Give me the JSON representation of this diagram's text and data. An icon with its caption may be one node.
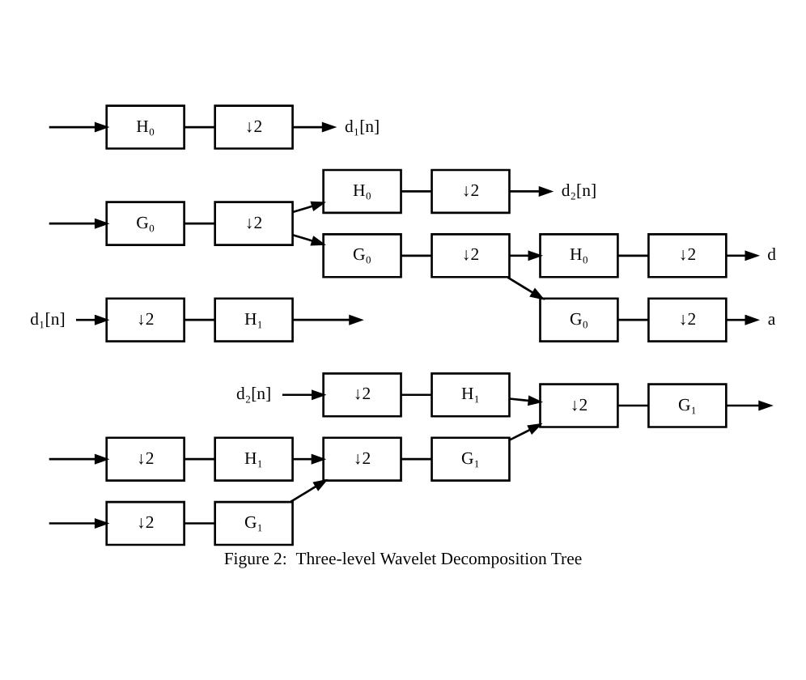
{
  "diagram": {
    "caption": "Figure 2:  Three-level Wavelet Decomposition Tree",
    "nodes": [
      {
        "text": [
          "H₀"
        ]
      },
      {
        "text": [
          "↓2"
        ]
      },
      {
        "text": [
          "d₁[n]"
        ]
      },
      {
        "text": [
          "G₀"
        ]
      },
      {
        "text": [
          "↓2"
        ]
      },
      {
        "text": [
          "H₀"
        ]
      },
      {
        "text": [
          "↓2"
        ]
      },
      {
        "text": [
          "d₂[n]"
        ]
      },
      {
        "text": [
          "G₀"
        ]
      },
      {
        "text": [
          "↓2"
        ]
      },
      {
        "text": [
          "H₀"
        ]
      },
      {
        "text": [
          "↓2"
        ]
      },
      {
        "text": [
          "d"
        ]
      },
      {
        "text": [
          "G₀"
        ]
      },
      {
        "text": [
          "↓2"
        ]
      },
      {
        "text": [
          "a"
        ]
      },
      {
        "text": [
          "d₁[n]"
        ]
      },
      {
        "text": [
          "↓2"
        ]
      },
      {
        "text": [
          "H₁"
        ]
      },
      {
        "text": [
          "d₂[n]"
        ]
      },
      {
        "text": [
          "↓2"
        ]
      },
      {
        "text": [
          "H₁"
        ]
      },
      {
        "text": [
          "↓2"
        ]
      },
      {
        "text": [
          "H₁"
        ]
      },
      {
        "text": [
          "↓2"
        ]
      },
      {
        "text": [
          "G₁"
        ]
      },
      {
        "text": [
          "↓2"
        ]
      },
      {
        "text": [
          "G₁"
        ]
      },
      {
        "text": [
          "↓2"
        ]
      },
      {
        "text": [
          "G₁"
        ]
      }
    ],
    "edges": [
      {
        "from": null,
        "to": 0,
        "arrow": "to"
      },
      {
        "from": null,
        "to": 3,
        "arrow": "to"
      },
      {
        "from": 0,
        "to": 1,
        "arrow": "none"
      },
      {
        "from": 1,
        "to": 2,
        "arrow": "to"
      },
      {
        "from": 3,
        "to": 4,
        "arrow": "none"
      },
      {
        "from": 4,
        "to": 5,
        "arrow": "to"
      },
      {
        "from": 4,
        "to": 8,
        "arrow": "to"
      },
      {
        "from": 5,
        "to": 6,
        "arrow": "none"
      },
      {
        "from": 6,
        "to": 7,
        "arrow": "to"
      },
      {
        "from": 8,
        "to": 9,
        "arrow": "none"
      },
      {
        "from": 9,
        "to": 10,
        "arrow": "to"
      },
      {
        "from": 9,
        "to": 13,
        "arrow": "to"
      },
      {
        "from": 10,
        "to": 11,
        "arrow": "none"
      },
      {
        "from": 11,
        "to": 12,
        "arrow": "to"
      },
      {
        "from": 13,
        "to": 14,
        "arrow": "none"
      },
      {
        "from": 14,
        "to": 15,
        "arrow": "to"
      },
      {
        "from": null,
        "to": 22,
        "arrow": "to"
      },
      {
        "from": 22,
        "to": 23,
        "arrow": "none"
      },
      {
        "from": null,
        "to": 28,
        "arrow": "to"
      },
      {
        "from": 28,
        "to": 29,
        "arrow": "none"
      },
      {
        "from": 23,
        "to": 26,
        "arrow": "to"
      },
      {
        "from": 29,
        "to": 26,
        "arrow": "to"
      },
      {
        "from": 26,
        "to": 27,
        "arrow": "none"
      },
      {
        "from": 19,
        "to": 20,
        "arrow": "to"
      },
      {
        "from": 20,
        "to": 21,
        "arrow": "none"
      },
      {
        "from": 21,
        "to": 24,
        "arrow": "to"
      },
      {
        "from": 27,
        "to": 24,
        "arrow": "to"
      },
      {
        "from": 24,
        "to": 25,
        "arrow": "none"
      },
      {
        "from": 16,
        "to": 17,
        "arrow": "to"
      },
      {
        "from": 17,
        "to": 18,
        "arrow": "none"
      },
      {
        "from": 18,
        "to": null,
        "arrow": "to"
      },
      {
        "from": 25,
        "to": null,
        "arrow": "to"
      }
    ]
  }
}
